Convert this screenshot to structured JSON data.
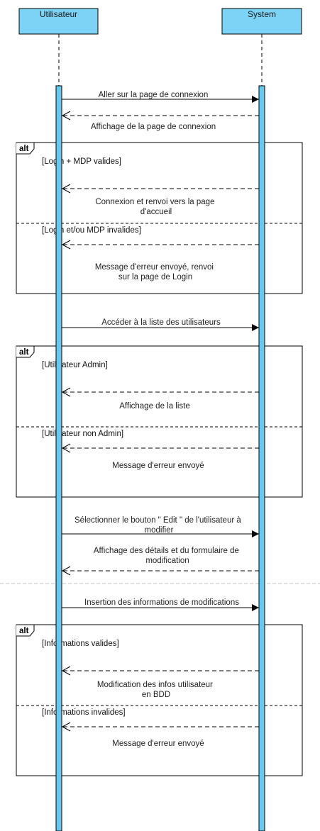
{
  "participants": {
    "user": "Utilisateur",
    "system": "System"
  },
  "colors": {
    "participant_fill": "#7dd3f5",
    "lifeline_bar": "#69c8ee",
    "frame_border": "#000000",
    "line": "#000000"
  },
  "messages": [
    {
      "id": "m1",
      "text": [
        "Aller sur la page de connexion"
      ],
      "type": "sync"
    },
    {
      "id": "m2",
      "text": [
        "Affichage de la page de connexion"
      ],
      "type": "return"
    },
    {
      "id": "m3",
      "text": [
        "Connexion et renvoi vers la page",
        "d'accueil"
      ],
      "type": "return"
    },
    {
      "id": "m4",
      "text": [
        "Message d'erreur envoyé, renvoi",
        "sur la page de Login"
      ],
      "type": "return"
    },
    {
      "id": "m5",
      "text": [
        "Accéder à la liste des utilisateurs"
      ],
      "type": "sync"
    },
    {
      "id": "m6",
      "text": [
        "Affichage de la liste"
      ],
      "type": "return"
    },
    {
      "id": "m7",
      "text": [
        "Message d'erreur envoyé"
      ],
      "type": "return"
    },
    {
      "id": "m8",
      "text": [
        "Sélectionner le bouton \" Edit \" de l'utilisateur à",
        "modifier"
      ],
      "type": "sync"
    },
    {
      "id": "m9",
      "text": [
        "Affichage des détails et du formulaire de",
        "modification"
      ],
      "type": "return"
    },
    {
      "id": "m10",
      "text": [
        "Insertion des informations de modifications"
      ],
      "type": "sync"
    },
    {
      "id": "m11",
      "text": [
        "Modification des infos utilisateur",
        "en BDD"
      ],
      "type": "return"
    },
    {
      "id": "m12",
      "text": [
        "Message d'erreur envoyé"
      ],
      "type": "return"
    }
  ],
  "frames": [
    {
      "id": "f1",
      "tag": "alt",
      "guards": [
        "[Login + MDP valides]",
        "[Login et/ou MDP invalides]"
      ]
    },
    {
      "id": "f2",
      "tag": "alt",
      "guards": [
        "[Utilisateur Admin]",
        "[Utilisateur non Admin]"
      ]
    },
    {
      "id": "f3",
      "tag": "alt",
      "guards": [
        "[Informations valides]",
        "[Informations invalides]"
      ]
    }
  ]
}
